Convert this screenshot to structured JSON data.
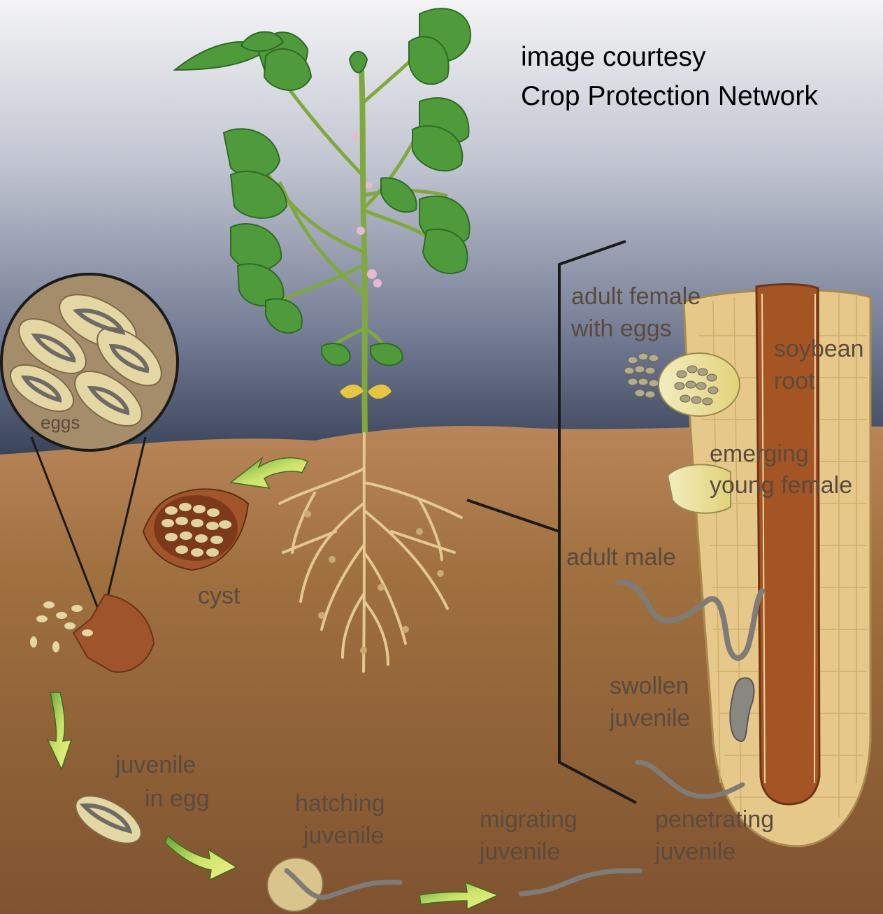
{
  "credit": {
    "line1": "image courtesy",
    "line2": "Crop Protection Network"
  },
  "labels": {
    "eggs": "eggs",
    "cyst": "cyst",
    "adult_female_l1": "adult female",
    "adult_female_l2": "with eggs",
    "soybean_root_l1": "soybean",
    "soybean_root_l2": "root",
    "emerging_l1": "emerging",
    "emerging_l2": "young female",
    "adult_male": "adult male",
    "swollen_l1": "swollen",
    "swollen_l2": "juvenile",
    "juvenile_egg_l1": "juvenile",
    "juvenile_egg_l2": "in egg",
    "hatching_l1": "hatching",
    "hatching_l2": "juvenile",
    "migrating_l1": "migrating",
    "migrating_l2": "juvenile",
    "penetrating_l1": "penetrating",
    "penetrating_l2": "juvenile"
  },
  "colors": {
    "sky_top": "#f0f0f2",
    "sky_bottom": "#3f4a5e",
    "soil_top": "#b07c4e",
    "soil_bottom": "#8a5a34",
    "leaf": "#4f9a3a",
    "root_cortex": "#e6c98a",
    "root_core": "#a85a2a",
    "nematode": "#8a8682",
    "arrow": "#b6d84a"
  }
}
